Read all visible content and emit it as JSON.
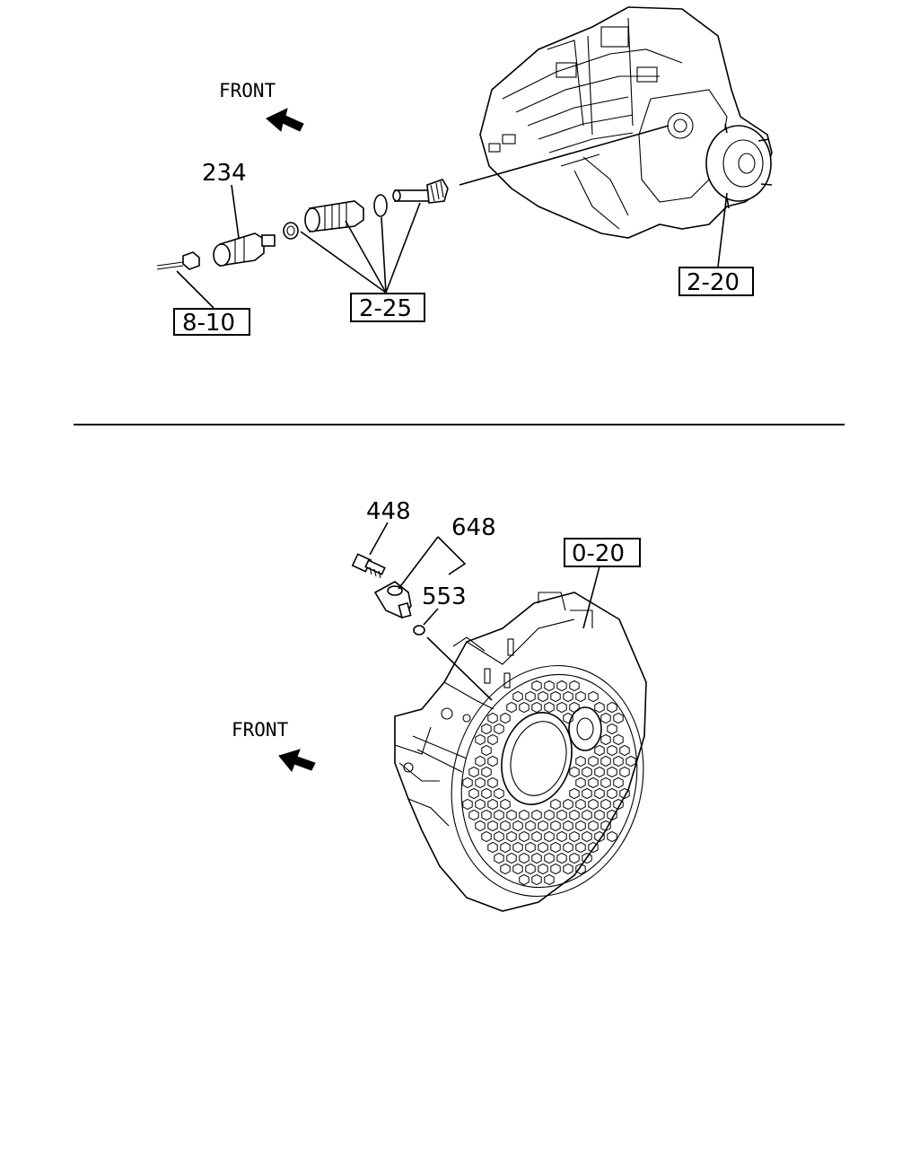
{
  "upper": {
    "front_label": "FRONT",
    "part_234": "234",
    "ref_8_10": "8-10",
    "ref_2_25": "2-25",
    "ref_2_20": "2-20"
  },
  "lower": {
    "front_label": "FRONT",
    "part_448": "448",
    "part_648": "648",
    "part_553": "553",
    "ref_0_20": "0-20"
  },
  "icons": {
    "front_arrow": "front-arrow-icon"
  }
}
